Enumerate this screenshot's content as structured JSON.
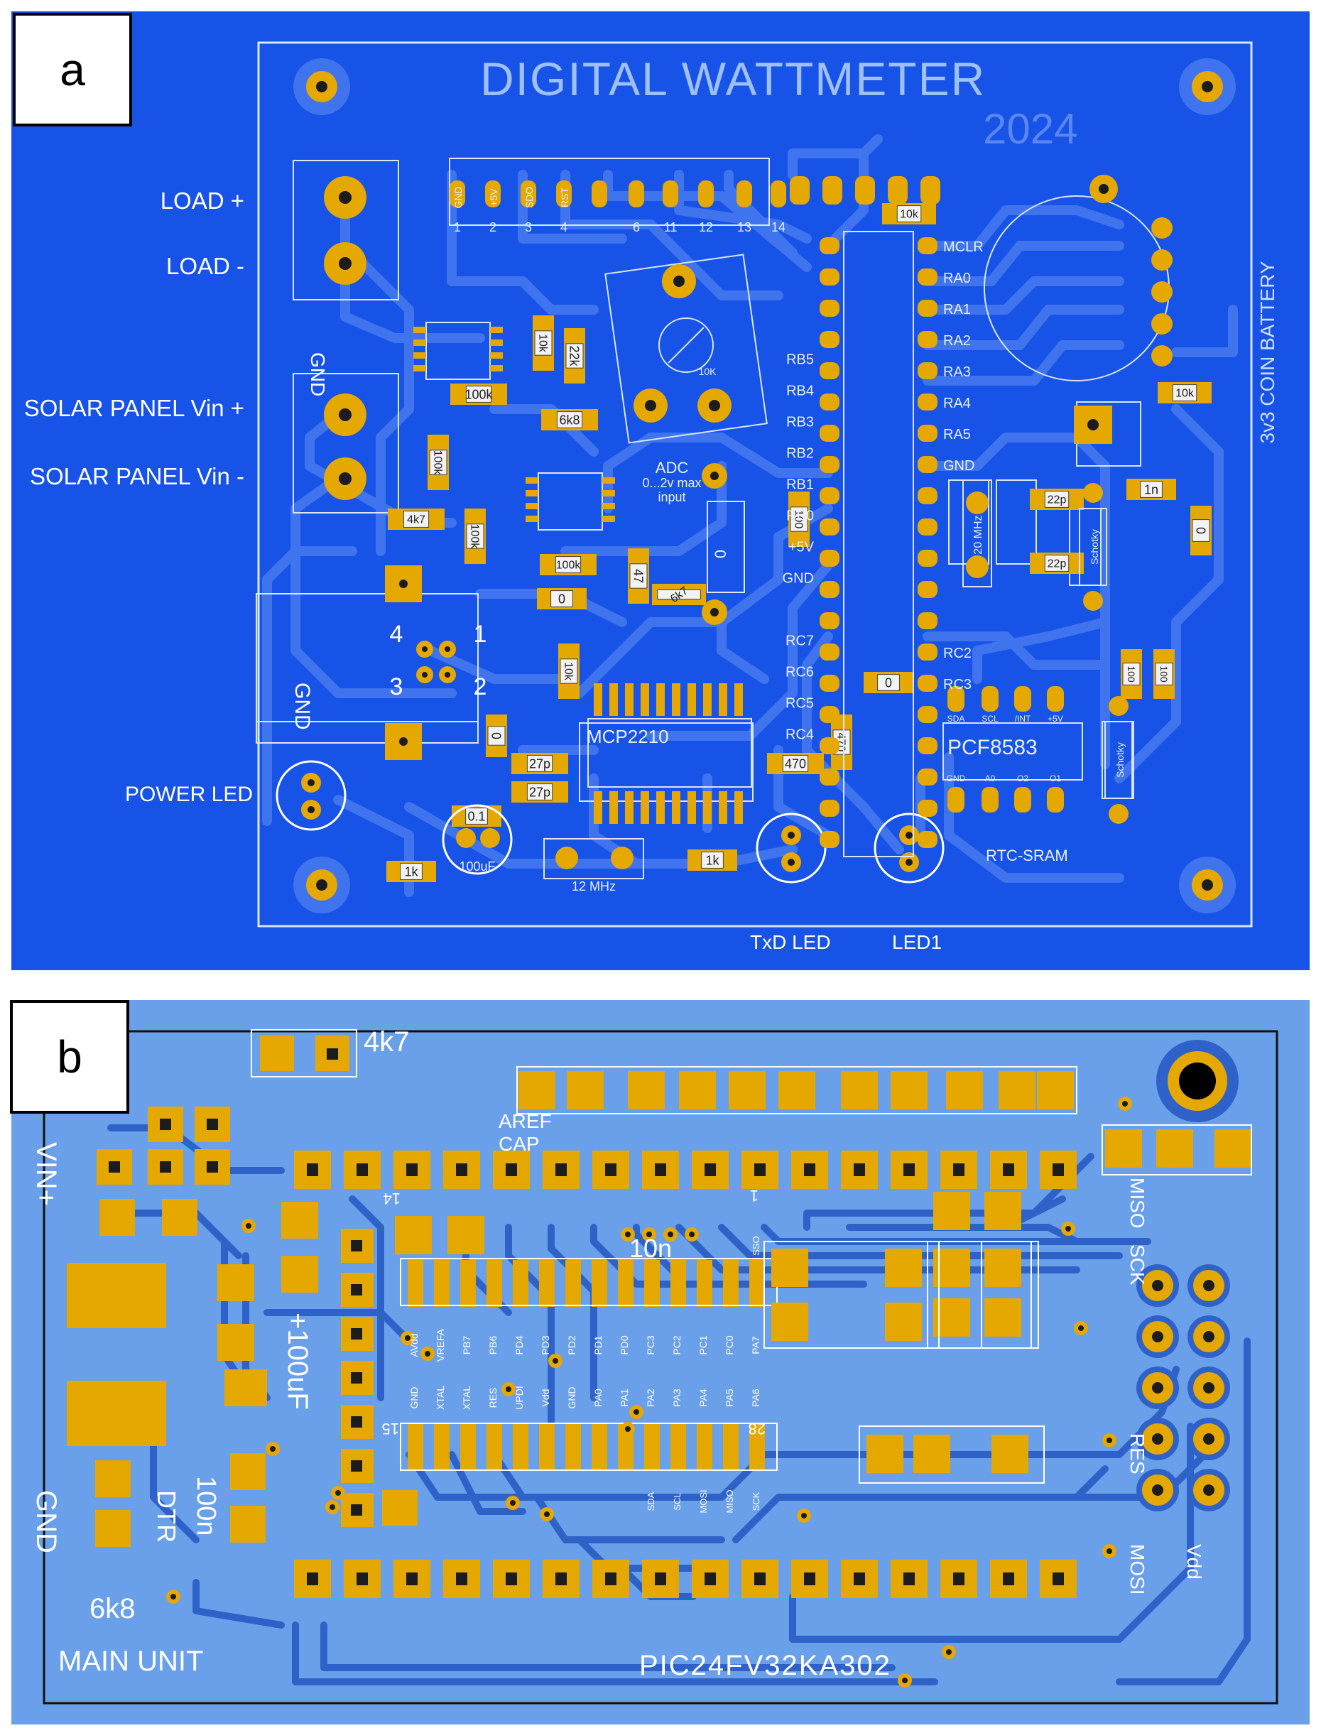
{
  "colors": {
    "board_a": "#1753e6",
    "board_b": "#6aa0ea",
    "copper": "#e4a800",
    "trace_a": "#3f74ee",
    "trace_b": "#2f62c8",
    "silk": "#d8e6ff"
  },
  "panel_a": {
    "tag": "a",
    "title": "DIGITAL WATTMETER",
    "year": "2024",
    "left_labels": {
      "load_plus": "LOAD +",
      "load_minus": "LOAD -",
      "gnd": "GND",
      "solar_plus": "SOLAR PANEL Vin +",
      "solar_minus": "SOLAR PANEL Vin -",
      "power_led": "POWER LED",
      "gnd_box": "GND"
    },
    "header_pins": [
      "1",
      "2",
      "3",
      "4",
      "6",
      "11",
      "12",
      "13",
      "14"
    ],
    "header_tags": [
      "GND",
      "+5V",
      "SDO",
      "RST"
    ],
    "mcu_left": [
      "RB5",
      "RB4",
      "RB3",
      "RB2",
      "RB1",
      "RB0",
      "+5V",
      "GND",
      "RC7",
      "RC6",
      "RC5",
      "RC4"
    ],
    "mcu_right": [
      "MCLR",
      "RA0",
      "RA1",
      "RA2",
      "RA3",
      "RA4",
      "RA5",
      "GND",
      "RC2",
      "RC3"
    ],
    "adc_note": [
      "ADC",
      "0...2v max",
      "input"
    ],
    "parts": {
      "r10k_top": "10k",
      "r10k_right": "10k",
      "pot": "10K",
      "r100k_a": "100k",
      "r22k": "22k",
      "r6k8": "6k8",
      "r100k_b": "100k",
      "r4k7": "4k7",
      "r100k_c": "100k",
      "r100k_d": "100k",
      "r47": "47",
      "r6k7": "6k7",
      "c0": "0",
      "r100": "100",
      "r10k_mid": "10k",
      "c27p_a": "27p",
      "c27p_b": "27p",
      "r470_a": "470",
      "r470_b": "470",
      "c01": "0.1",
      "c100uf": "100uF",
      "r1k_a": "1k",
      "r1k_b": "1k",
      "xtal12": "12 MHz",
      "xtal20": "20 MHz",
      "c22p_a": "22p",
      "c22p_b": "22p",
      "c1n": "1n",
      "schottky_a": "Schotky",
      "schottky_b": "Schotky",
      "r100_b": "100",
      "r100_c": "100"
    },
    "chips": {
      "mcp2210": "MCP2210",
      "pcf8583": "PCF8583",
      "rtc": "RTC-SRAM",
      "battery": "3v3 COIN BATTERY"
    },
    "pcf_top": [
      "SDA",
      "SCL",
      "/INT",
      "+5V"
    ],
    "pcf_bot": [
      "GND",
      "A0",
      "O2",
      "O1"
    ],
    "conn_nums": [
      "4",
      "1",
      "3",
      "2"
    ],
    "bottom_labels": {
      "txd_led": "TxD LED",
      "led1": "LED1"
    }
  },
  "panel_b": {
    "tag": "b",
    "labels": {
      "r4k7": "4k7",
      "vin": "VIN+",
      "gnd": "GND",
      "c100uf": "+100uF",
      "c100n": "100n",
      "dtr": "DTR",
      "r6k8": "6k8",
      "main_unit": "MAIN UNIT",
      "aref": "AREF",
      "cap": "CAP",
      "c10n": "10n",
      "mcu": "PIC24FV32KA302",
      "pin14": "14",
      "pin15": "15",
      "pin28": "28",
      "pin1": "1"
    },
    "ic_top": [
      "AVdd",
      "VREFA",
      "PB7",
      "PB6",
      "PD4",
      "PD3",
      "PD2",
      "PD1",
      "PD0",
      "PC3",
      "PC2",
      "PC1",
      "PC0",
      "PA7"
    ],
    "ic_bottom": [
      "GND",
      "XTAL",
      "XTAL",
      "RES",
      "UPDI",
      "Vdd",
      "GND",
      "PA0",
      "PA1",
      "PA2",
      "PA3",
      "PA4",
      "PA5",
      "PA6"
    ],
    "ic_bottom_sub": [
      "SDA",
      "SCL",
      "MOSI",
      "MISO",
      "SCK"
    ],
    "ic_top_tag": "SSO",
    "isp_labels": {
      "sck": "SCK",
      "miso": "MISO",
      "res": "RES",
      "mosi": "MOSI",
      "vdd": "Vdd"
    }
  }
}
